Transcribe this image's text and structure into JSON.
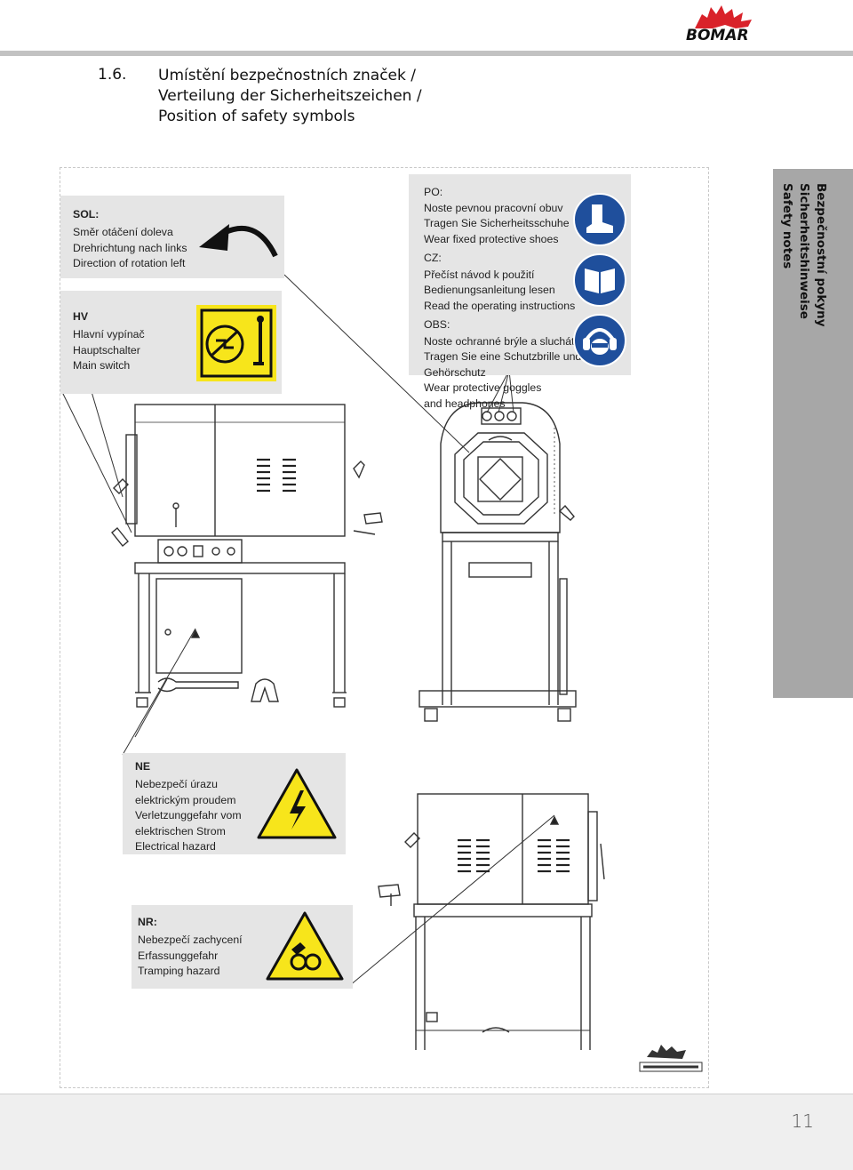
{
  "brand": {
    "name": "BOMAR",
    "logo_color": "#d9222a"
  },
  "section": {
    "number": "1.6.",
    "title_lines": [
      "Umístění bezpečnostních značek /",
      "Verteilung der Sicherheitszeichen /",
      "Position of safety symbols"
    ]
  },
  "side_tab": {
    "lines": [
      "Bezpečnostní pokyny",
      "Sicherheitshinweise",
      "Safety notes"
    ]
  },
  "panels": {
    "sol": {
      "heading": "SOL:",
      "lines": [
        "Směr otáčení doleva",
        "Drehrichtung nach links",
        "Direction of rotation left"
      ]
    },
    "hv": {
      "heading": "HV",
      "lines": [
        "Hlavní vypínač",
        "Hauptschalter",
        "Main switch"
      ]
    },
    "po": {
      "heading": "PO:",
      "lines": [
        "Noste pevnou pracovní obuv",
        "Tragen Sie Sicherheitsschuhe",
        "Wear fixed protective shoes"
      ],
      "cz_heading": "CZ:",
      "cz_lines": [
        "Přečíst návod k použití",
        "Bedienungsanleitung lesen",
        "Read the operating instructions"
      ],
      "obs_heading": "OBS:",
      "obs_lines": [
        "Noste ochranné brýle a sluchátka",
        "Tragen Sie eine Schutzbrille und",
        "Gehörschutz",
        "Wear protective goggles",
        "and headphones"
      ]
    },
    "ne": {
      "heading": "NE",
      "lines": [
        "Nebezpečí úrazu",
        "elektrickým proudem",
        "Verletzunggefahr vom",
        "elektrischen Strom",
        "Electrical hazard"
      ]
    },
    "nr": {
      "heading": "NR:",
      "lines": [
        "Nebezpečí zachycení",
        "Erfassunggefahr",
        "Tramping hazard"
      ]
    }
  },
  "colors": {
    "warning_yellow": "#f7e51b",
    "mandatory_blue": "#1f4f9c",
    "panel_gray": "#e5e5e5",
    "tab_gray": "#a7a7a7"
  },
  "page": {
    "number": "11"
  }
}
